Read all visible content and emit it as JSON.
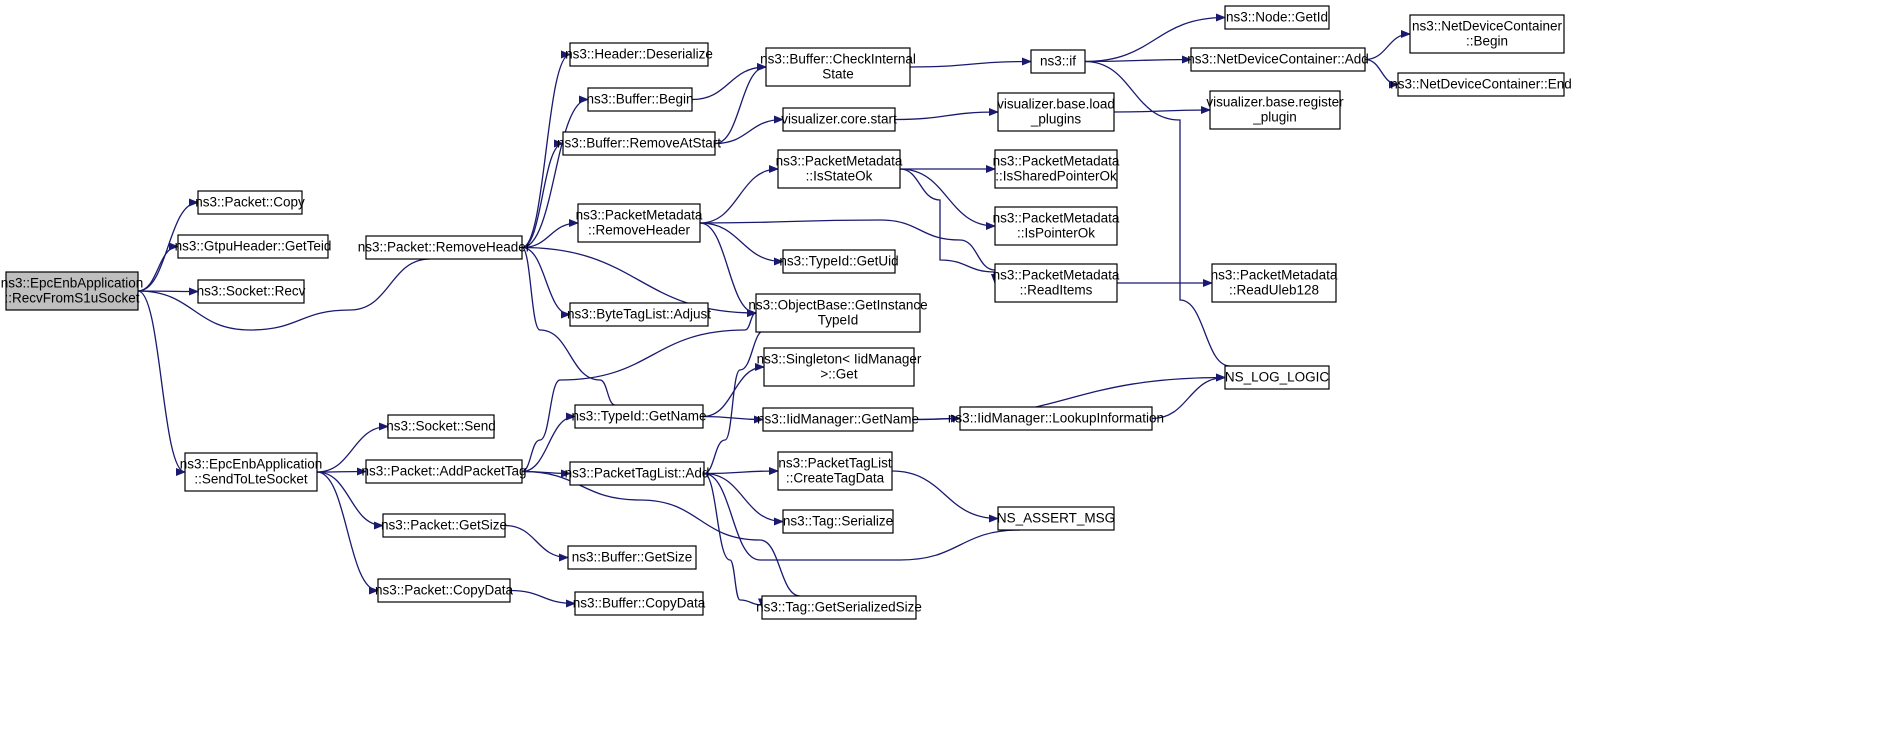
{
  "nodes": [
    {
      "id": "recvFromS1u",
      "lines": [
        "ns3::EpcEnbApplication",
        "::RecvFromS1uSocket"
      ],
      "root": true
    },
    {
      "id": "packetCopy",
      "lines": [
        "ns3::Packet::Copy"
      ]
    },
    {
      "id": "gtpuGetTeid",
      "lines": [
        "ns3::GtpuHeader::GetTeid"
      ]
    },
    {
      "id": "socketRecv",
      "lines": [
        "ns3::Socket::Recv"
      ]
    },
    {
      "id": "packetRemoveHeader",
      "lines": [
        "ns3::Packet::RemoveHeader"
      ]
    },
    {
      "id": "sendToLte",
      "lines": [
        "ns3::EpcEnbApplication",
        "::SendToLteSocket"
      ]
    },
    {
      "id": "headerDeserialize",
      "lines": [
        "ns3::Header::Deserialize"
      ]
    },
    {
      "id": "bufferBegin",
      "lines": [
        "ns3::Buffer::Begin"
      ]
    },
    {
      "id": "bufferRemoveAtStart",
      "lines": [
        "ns3::Buffer::RemoveAtStart"
      ]
    },
    {
      "id": "pmRemoveHeader",
      "lines": [
        "ns3::PacketMetadata",
        "::RemoveHeader"
      ]
    },
    {
      "id": "byteTagAdjust",
      "lines": [
        "ns3::ByteTagList::Adjust"
      ]
    },
    {
      "id": "typeIdGetName",
      "lines": [
        "ns3::TypeId::GetName"
      ]
    },
    {
      "id": "socketSend",
      "lines": [
        "ns3::Socket::Send"
      ]
    },
    {
      "id": "addPacketTag",
      "lines": [
        "ns3::Packet::AddPacketTag"
      ]
    },
    {
      "id": "packetGetSize",
      "lines": [
        "ns3::Packet::GetSize"
      ]
    },
    {
      "id": "packetCopyData",
      "lines": [
        "ns3::Packet::CopyData"
      ]
    },
    {
      "id": "bufferCheckInternal",
      "lines": [
        "ns3::Buffer::CheckInternal",
        "State"
      ]
    },
    {
      "id": "vizCoreStart",
      "lines": [
        "visualizer.core.start"
      ]
    },
    {
      "id": "pmIsStateOk",
      "lines": [
        "ns3::PacketMetadata",
        "::IsStateOk"
      ]
    },
    {
      "id": "typeIdGetUid",
      "lines": [
        "ns3::TypeId::GetUid"
      ]
    },
    {
      "id": "objectBaseGetInstance",
      "lines": [
        "ns3::ObjectBase::GetInstance",
        "TypeId"
      ]
    },
    {
      "id": "singletonGet",
      "lines": [
        "ns3::Singleton< IidManager",
        ">::Get"
      ]
    },
    {
      "id": "iidGetName",
      "lines": [
        "ns3::IidManager::GetName"
      ]
    },
    {
      "id": "packetTagListAdd",
      "lines": [
        "ns3::PacketTagList::Add"
      ]
    },
    {
      "id": "bufferGetSize",
      "lines": [
        "ns3::Buffer::GetSize"
      ]
    },
    {
      "id": "bufferCopyData",
      "lines": [
        "ns3::Buffer::CopyData"
      ]
    },
    {
      "id": "ptlCreateTagData",
      "lines": [
        "ns3::PacketTagList",
        "::CreateTagData"
      ]
    },
    {
      "id": "tagSerialize",
      "lines": [
        "ns3::Tag::Serialize"
      ]
    },
    {
      "id": "tagGetSerializedSize",
      "lines": [
        "ns3::Tag::GetSerializedSize"
      ]
    },
    {
      "id": "ns3If",
      "lines": [
        "ns3::if"
      ]
    },
    {
      "id": "vizBaseLoadPlugins",
      "lines": [
        "visualizer.base.load",
        "_plugins"
      ]
    },
    {
      "id": "pmIsSharedPointerOk",
      "lines": [
        "ns3::PacketMetadata",
        "::IsSharedPointerOk"
      ]
    },
    {
      "id": "pmIsPointerOk",
      "lines": [
        "ns3::PacketMetadata",
        "::IsPointerOk"
      ]
    },
    {
      "id": "pmReadItems",
      "lines": [
        "ns3::PacketMetadata",
        "::ReadItems"
      ]
    },
    {
      "id": "iidLookupInformation",
      "lines": [
        "ns3::IidManager::LookupInformation"
      ]
    },
    {
      "id": "nsAssertMsg",
      "lines": [
        "NS_ASSERT_MSG"
      ]
    },
    {
      "id": "nodeGetId",
      "lines": [
        "ns3::Node::GetId"
      ]
    },
    {
      "id": "ndcAdd",
      "lines": [
        "ns3::NetDeviceContainer::Add"
      ]
    },
    {
      "id": "vizBaseRegisterPlugin",
      "lines": [
        "visualizer.base.register",
        "_plugin"
      ]
    },
    {
      "id": "pmReadUleb128",
      "lines": [
        "ns3::PacketMetadata",
        "::ReadUleb128"
      ]
    },
    {
      "id": "nsLogLogic",
      "lines": [
        "NS_LOG_LOGIC"
      ]
    },
    {
      "id": "ndcBegin",
      "lines": [
        "ns3::NetDeviceContainer",
        "::Begin"
      ]
    },
    {
      "id": "ndcEnd",
      "lines": [
        "ns3::NetDeviceContainer::End"
      ]
    }
  ],
  "edges": [
    [
      "recvFromS1u",
      "packetCopy"
    ],
    [
      "recvFromS1u",
      "gtpuGetTeid"
    ],
    [
      "recvFromS1u",
      "socketRecv"
    ],
    [
      "recvFromS1u",
      "packetRemoveHeader"
    ],
    [
      "recvFromS1u",
      "sendToLte"
    ],
    [
      "packetRemoveHeader",
      "headerDeserialize"
    ],
    [
      "packetRemoveHeader",
      "bufferBegin"
    ],
    [
      "packetRemoveHeader",
      "bufferRemoveAtStart"
    ],
    [
      "packetRemoveHeader",
      "pmRemoveHeader"
    ],
    [
      "packetRemoveHeader",
      "objectBaseGetInstance"
    ],
    [
      "packetRemoveHeader",
      "byteTagAdjust"
    ],
    [
      "packetRemoveHeader",
      "typeIdGetName"
    ],
    [
      "sendToLte",
      "socketSend"
    ],
    [
      "sendToLte",
      "addPacketTag"
    ],
    [
      "sendToLte",
      "packetGetSize"
    ],
    [
      "sendToLte",
      "packetCopyData"
    ],
    [
      "bufferBegin",
      "bufferCheckInternal"
    ],
    [
      "bufferRemoveAtStart",
      "bufferCheckInternal"
    ],
    [
      "bufferRemoveAtStart",
      "vizCoreStart"
    ],
    [
      "pmRemoveHeader",
      "pmIsStateOk"
    ],
    [
      "pmRemoveHeader",
      "typeIdGetUid"
    ],
    [
      "pmRemoveHeader",
      "objectBaseGetInstance"
    ],
    [
      "pmRemoveHeader",
      "pmReadItems"
    ],
    [
      "typeIdGetName",
      "singletonGet"
    ],
    [
      "typeIdGetName",
      "iidGetName"
    ],
    [
      "addPacketTag",
      "objectBaseGetInstance"
    ],
    [
      "addPacketTag",
      "typeIdGetName"
    ],
    [
      "addPacketTag",
      "packetTagListAdd"
    ],
    [
      "addPacketTag",
      "tagGetSerializedSize"
    ],
    [
      "packetGetSize",
      "bufferGetSize"
    ],
    [
      "packetCopyData",
      "bufferCopyData"
    ],
    [
      "packetTagListAdd",
      "objectBaseGetInstance"
    ],
    [
      "packetTagListAdd",
      "ptlCreateTagData"
    ],
    [
      "packetTagListAdd",
      "tagSerialize"
    ],
    [
      "packetTagListAdd",
      "tagGetSerializedSize"
    ],
    [
      "packetTagListAdd",
      "nsAssertMsg"
    ],
    [
      "bufferCheckInternal",
      "ns3If"
    ],
    [
      "vizCoreStart",
      "vizBaseLoadPlugins"
    ],
    [
      "pmIsStateOk",
      "pmIsSharedPointerOk"
    ],
    [
      "pmIsStateOk",
      "pmIsPointerOk"
    ],
    [
      "pmIsStateOk",
      "pmReadItems"
    ],
    [
      "iidGetName",
      "iidLookupInformation"
    ],
    [
      "iidGetName",
      "nsLogLogic"
    ],
    [
      "ptlCreateTagData",
      "nsAssertMsg"
    ],
    [
      "ns3If",
      "nodeGetId"
    ],
    [
      "ns3If",
      "ndcAdd"
    ],
    [
      "ns3If",
      "nsLogLogic"
    ],
    [
      "vizBaseLoadPlugins",
      "vizBaseRegisterPlugin"
    ],
    [
      "pmReadItems",
      "pmReadUleb128"
    ],
    [
      "iidLookupInformation",
      "nsLogLogic"
    ],
    [
      "ndcAdd",
      "ndcBegin"
    ],
    [
      "ndcAdd",
      "ndcEnd"
    ]
  ],
  "colors": {
    "edge": "#191970",
    "node_border": "#000000",
    "root_fill": "#bfbfbf",
    "node_fill": "#ffffff"
  }
}
